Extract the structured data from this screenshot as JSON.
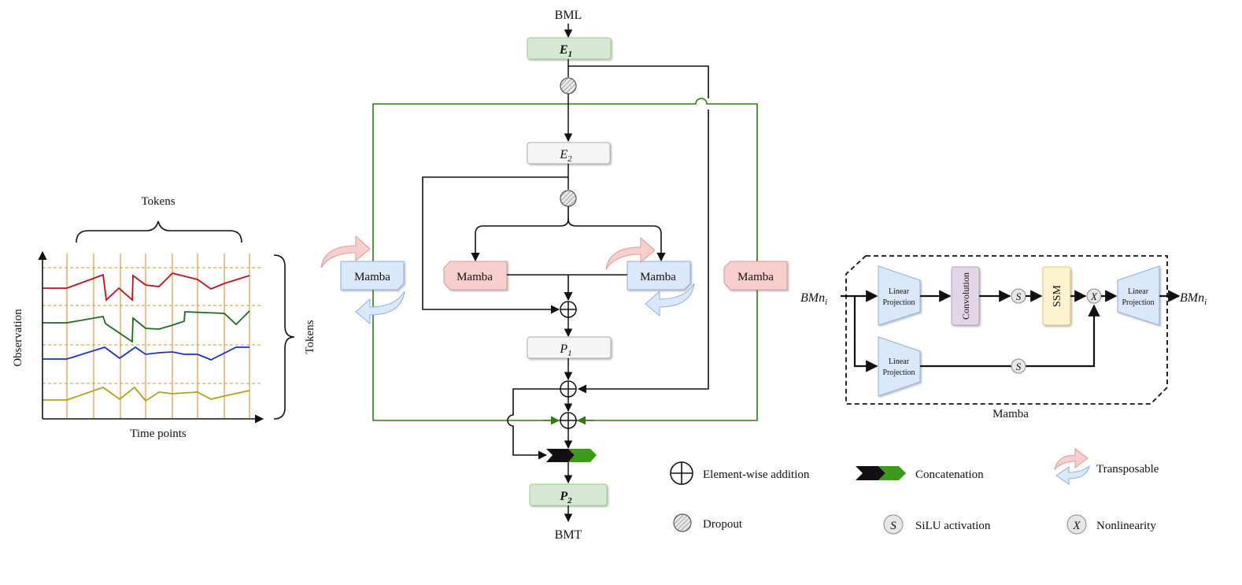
{
  "panel_left": {
    "tokens_top": "Tokens",
    "tokens_right": "Tokens",
    "y_label": "Observation",
    "x_label": "Time points"
  },
  "center": {
    "input": "BML",
    "output": "BMT",
    "e1": "E",
    "e1_sub": "1",
    "e2": "E",
    "e2_sub": "2",
    "p1": "P",
    "p1_sub": "1",
    "p2": "P",
    "p2_sub": "2",
    "mamba_outer_left": "Mamba",
    "mamba_inner_left": "Mamba",
    "mamba_inner_right": "Mamba",
    "mamba_outer_right": "Mamba"
  },
  "mamba_block": {
    "input": "BMn",
    "input_sub": "i",
    "output": "BMn",
    "output_sub": "i",
    "lin_proj_top_1": "Linear",
    "lin_proj_top_2": "Projection",
    "convolution": "Convolution",
    "ssm": "SSM",
    "lin_proj_out_1": "Linear",
    "lin_proj_out_2": "Projection",
    "lin_proj_bottom_1": "Linear",
    "lin_proj_bottom_2": "Projection",
    "silu_symbol": "S",
    "nonlin_symbol": "X",
    "caption": "Mamba"
  },
  "legend": {
    "addition": "Element-wise addition",
    "concatenation": "Concatenation",
    "transposable": "Transposable",
    "dropout": "Dropout",
    "silu": "SiLU activation",
    "nonlinearity": "Nonlinearity",
    "silu_symbol": "S",
    "nonlin_symbol": "X"
  },
  "colors": {
    "green_box": "#d5e8d4",
    "green_border": "#82b366",
    "gray_box": "#f5f5f5",
    "blue_box": "#dae8fc",
    "blue_border": "#6c8ebf",
    "red_box": "#f8cecc",
    "red_border": "#b85450",
    "purple_box": "#e1d5e7",
    "yellow_box": "#fff2cc",
    "frame_green": "#2e7d12",
    "series_red": "#c0101a",
    "series_green": "#1e6b1e",
    "series_blue": "#1a2fd0",
    "series_olive": "#b3a01a",
    "grid_orange": "#e0902a"
  },
  "icons": {
    "dropout": "dropout-icon",
    "addition": "element-wise-addition-icon",
    "concat": "concatenation-icon",
    "transpose": "transpose-arrows-icon",
    "silu": "silu-icon",
    "nonlinearity": "nonlinearity-icon"
  }
}
